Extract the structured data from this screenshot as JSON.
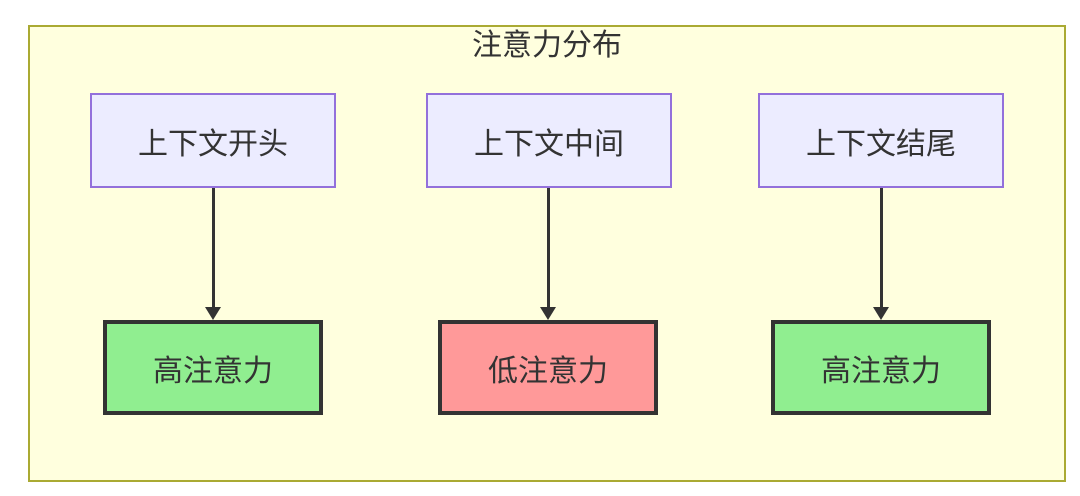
{
  "diagram": {
    "title": "注意力分布",
    "columns": [
      {
        "source": "上下文开头",
        "result": "高注意力",
        "level": "high"
      },
      {
        "source": "上下文中间",
        "result": "低注意力",
        "level": "low"
      },
      {
        "source": "上下文结尾",
        "result": "高注意力",
        "level": "high"
      }
    ],
    "colors": {
      "frame_fill": "#ffffde",
      "frame_stroke": "#aaaa33",
      "source_node_fill": "#ececff",
      "source_node_stroke": "#9370db",
      "high_attention_fill": "#90ee90",
      "low_attention_fill": "#ff9999",
      "result_node_stroke": "#333333",
      "arrow": "#333333",
      "text": "#333333"
    }
  }
}
